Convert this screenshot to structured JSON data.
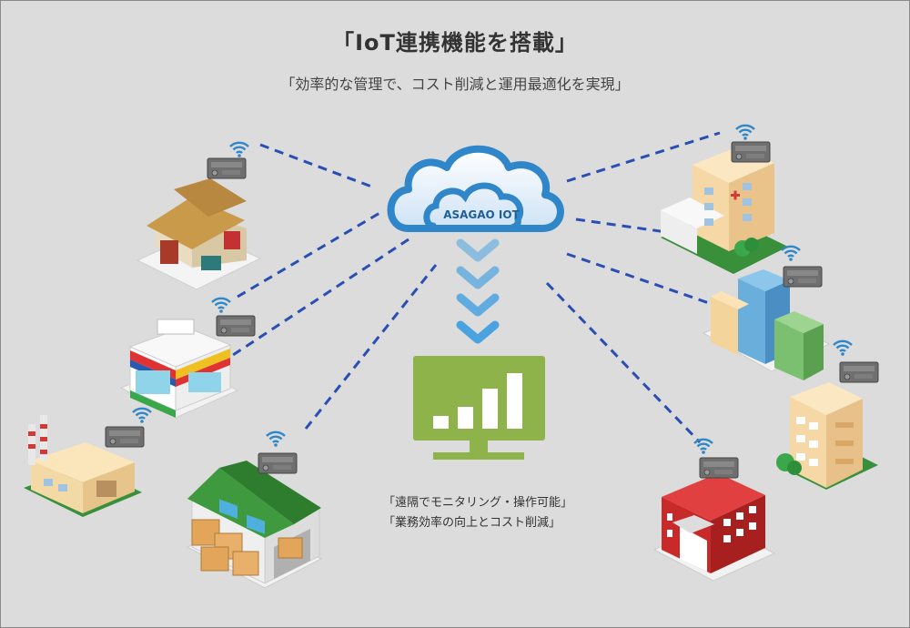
{
  "header": {
    "title": "「IoT連携機能を搭載」",
    "subtitle": "「効率的な管理で、コスト削減と運用最適化を実現」"
  },
  "cloud": {
    "label": "ASAGAO IOT",
    "color": "#2f86c9"
  },
  "monitor": {
    "color": "#8db34a",
    "bar_levels": [
      0.2,
      0.35,
      0.65,
      0.9
    ]
  },
  "notes": {
    "line1": "「遠隔でモニタリング・操作可能」",
    "line2": "「業務効率の向上とコスト削減」"
  },
  "colors": {
    "dashed_line": "#2a4fb3",
    "wifi": "#2f86c9",
    "grass": "#3a8f3a"
  },
  "buildings": [
    {
      "name": "house"
    },
    {
      "name": "convenience-store"
    },
    {
      "name": "factory"
    },
    {
      "name": "warehouse"
    },
    {
      "name": "hospital"
    },
    {
      "name": "office-buildings"
    },
    {
      "name": "apartment"
    },
    {
      "name": "school"
    }
  ]
}
